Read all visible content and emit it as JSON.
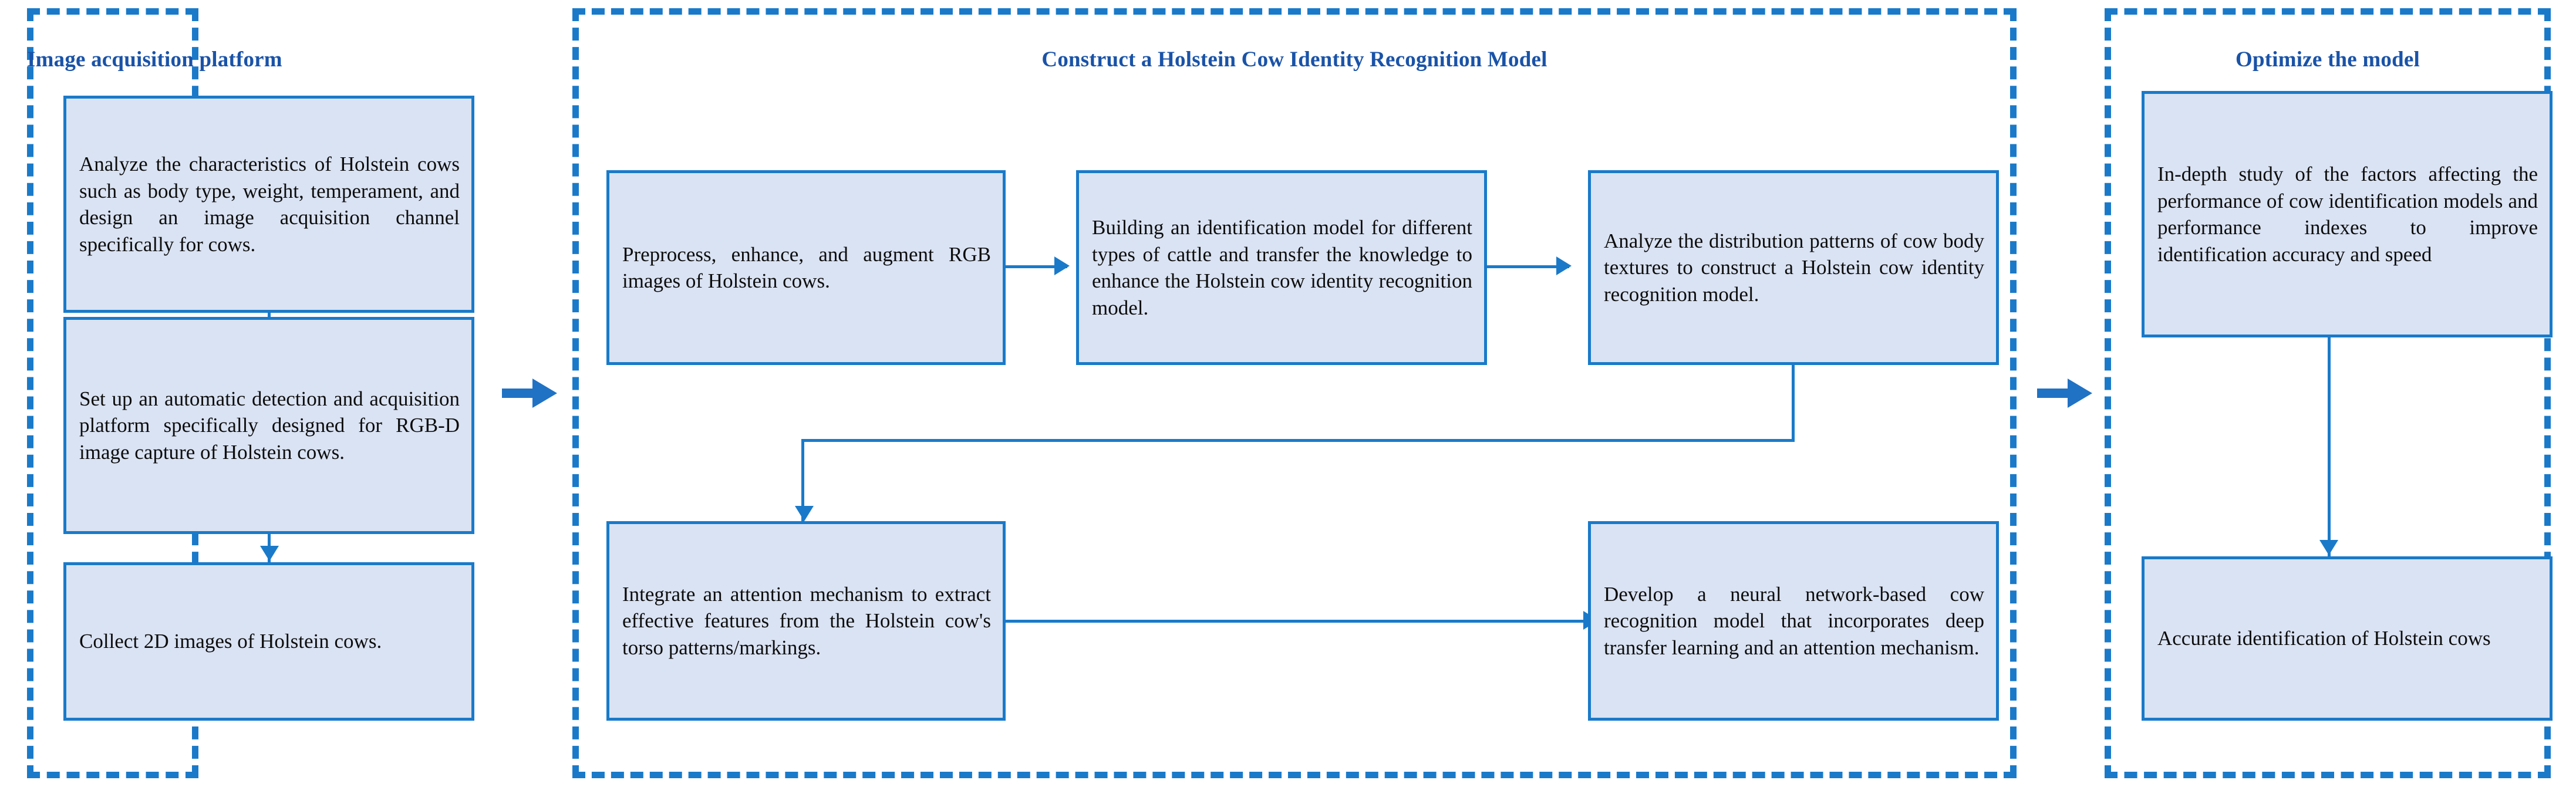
{
  "diagram": {
    "title": "Holstein cow identity recognition research flowchart",
    "colors": {
      "panel_border": "#1a7ac9",
      "panel_title_text": "#1a53a8",
      "node_fill": "#dae3f3",
      "node_border": "#1a7ac9",
      "connector": "#1a7ac9",
      "inter_panel_arrow": "#2072c4",
      "node_text": "#0d0d0d",
      "background": "#ffffff"
    }
  },
  "panels": [
    {
      "id": "acquisition",
      "title": "Image acquisition platform"
    },
    {
      "id": "construct",
      "title": "Construct a Holstein Cow Identity Recognition Model"
    },
    {
      "id": "optimize",
      "title": "Optimize the model"
    }
  ],
  "nodes": {
    "acq_1": "Analyze the characteristics of Holstein cows such as body type, weight, temperament, and design an image acquisition channel specifically for cows.",
    "acq_2": "Set up an automatic detection and acquisition platform specifically designed for RGB-D image capture of Holstein cows.",
    "acq_3": "Collect 2D images of Holstein cows.",
    "con_1": "Preprocess, enhance, and augment RGB images of Holstein cows.",
    "con_2": "Building an identification model for different types of cattle and transfer the knowledge to enhance the Holstein cow identity recognition model.",
    "con_3": "Analyze the distribution patterns of cow body textures to construct a Holstein cow identity recognition model.",
    "con_4": "Integrate an attention mechanism to extract effective features from the Holstein cow's torso patterns/markings.",
    "con_5": "Develop a neural network-based cow recognition model that incorporates deep transfer learning and an attention mechanism.",
    "opt_1": "In-depth study of the factors affecting the performance of cow identification models and performance indexes to improve identification accuracy and speed",
    "opt_2": "Accurate identification of Holstein cows"
  },
  "connections": [
    {
      "from": "acq_1",
      "to": "acq_2",
      "kind": "arrow-down"
    },
    {
      "from": "acq_2",
      "to": "acq_3",
      "kind": "arrow-down"
    },
    {
      "from": "acquisition",
      "to": "construct",
      "kind": "panel-arrow-right"
    },
    {
      "from": "con_1",
      "to": "con_2",
      "kind": "arrow-right"
    },
    {
      "from": "con_2",
      "to": "con_3",
      "kind": "arrow-right"
    },
    {
      "from": "con_3",
      "to": "con_4",
      "kind": "elbow-down-left-down"
    },
    {
      "from": "con_4",
      "to": "con_5",
      "kind": "arrow-right"
    },
    {
      "from": "construct",
      "to": "optimize",
      "kind": "panel-arrow-right"
    },
    {
      "from": "opt_1",
      "to": "opt_2",
      "kind": "arrow-down"
    }
  ]
}
